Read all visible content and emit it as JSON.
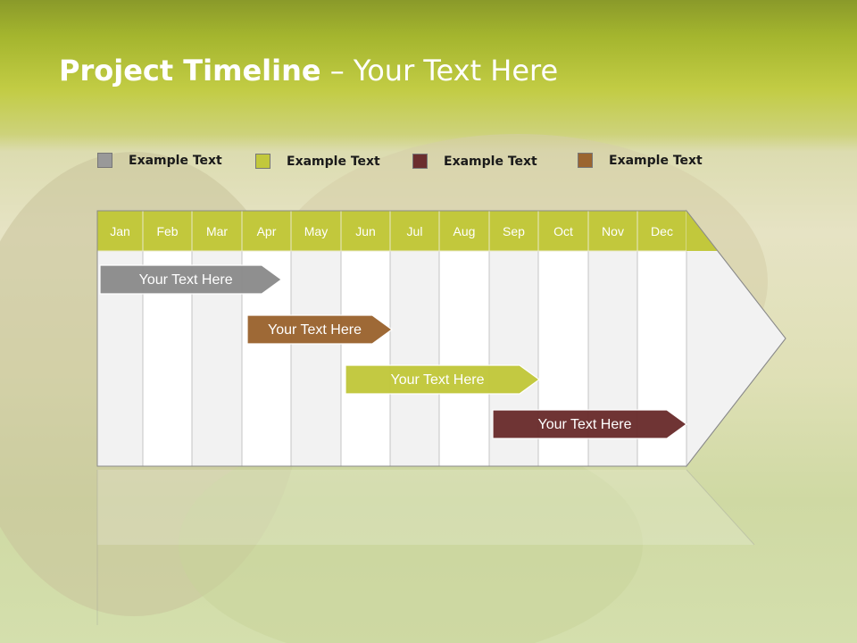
{
  "title": {
    "bold": "Project Timeline",
    "rest": " – Your Text Here"
  },
  "legend": [
    {
      "label": "Example Text",
      "color": "#999999"
    },
    {
      "label": "Example Text",
      "color": "#c2c83c"
    },
    {
      "label": "Example Text",
      "color": "#6b2e2e"
    },
    {
      "label": "Example Text",
      "color": "#9b6530"
    }
  ],
  "months": [
    "Jan",
    "Feb",
    "Mar",
    "Apr",
    "May",
    "Jun",
    "Jul",
    "Aug",
    "Sep",
    "Oct",
    "Nov",
    "Dec"
  ],
  "bars": [
    {
      "label": "Your  Text Here",
      "color": "#8c8c8c",
      "start": 0,
      "end": 3.75
    },
    {
      "label": "Your  Text Here",
      "color": "#9b6530",
      "start": 3,
      "end": 6
    },
    {
      "label": "Your  Text Here",
      "color": "#c2c83c",
      "start": 5,
      "end": 9
    },
    {
      "label": "Your  Text Here",
      "color": "#6b2e2e",
      "start": 8,
      "end": 12
    }
  ],
  "colors": {
    "header": "#c2c83c",
    "col_light": "#f2f2f2",
    "col_white": "#ffffff"
  }
}
